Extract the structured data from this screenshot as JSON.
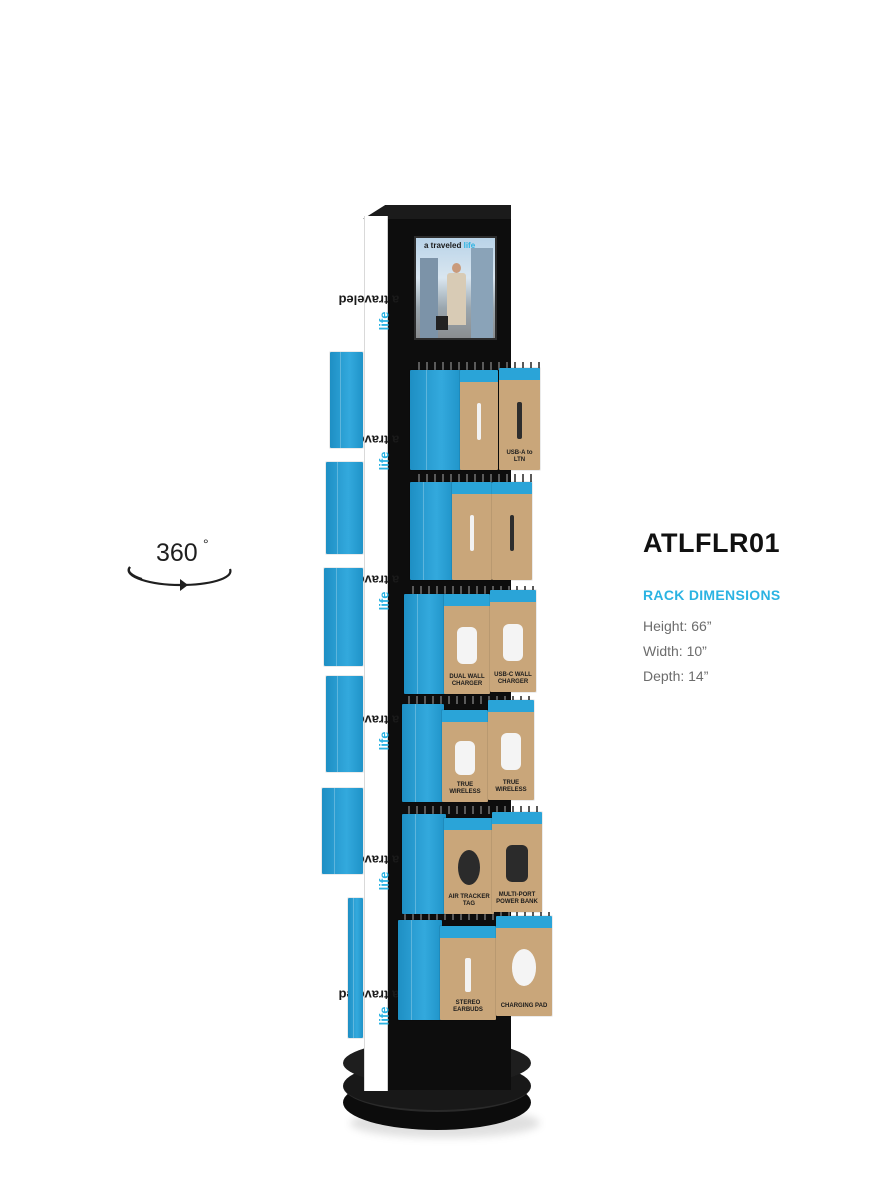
{
  "rotation_badge": {
    "label": "360",
    "degree_symbol": "°",
    "icon": "rotate-arrow-icon"
  },
  "product": {
    "code": "ATLFLR01",
    "dimensions_heading": "RACK DIMENSIONS",
    "dimensions": [
      {
        "text": "Height: 66”"
      },
      {
        "text": "Width: 10”"
      },
      {
        "text": "Depth: 14”"
      }
    ]
  },
  "brand": {
    "prefix": "a traveled",
    "suffix": "life",
    "accent_color": "#2bb3e2"
  },
  "packages": {
    "row1_right": "USB-A to LTN",
    "row3_left": "DUAL WALL CHARGER",
    "row3_right": "USB-C WALL CHARGER",
    "row4_left": "TRUE WIRELESS",
    "row4_right": "TRUE WIRELESS",
    "row5_left": "AIR TRACKER TAG",
    "row5_right": "MULTI-PORT POWER BANK",
    "row6_left": "STEREO EARBUDS",
    "row6_right": "CHARGING PAD"
  },
  "colors": {
    "code_text": "#111111",
    "heading_accent": "#2bb3e2",
    "dimension_text": "#6c6c6c",
    "rack_black": "#0d0d0d",
    "package_blue": "#2aa4d8",
    "package_kraft": "#c9a67a"
  }
}
